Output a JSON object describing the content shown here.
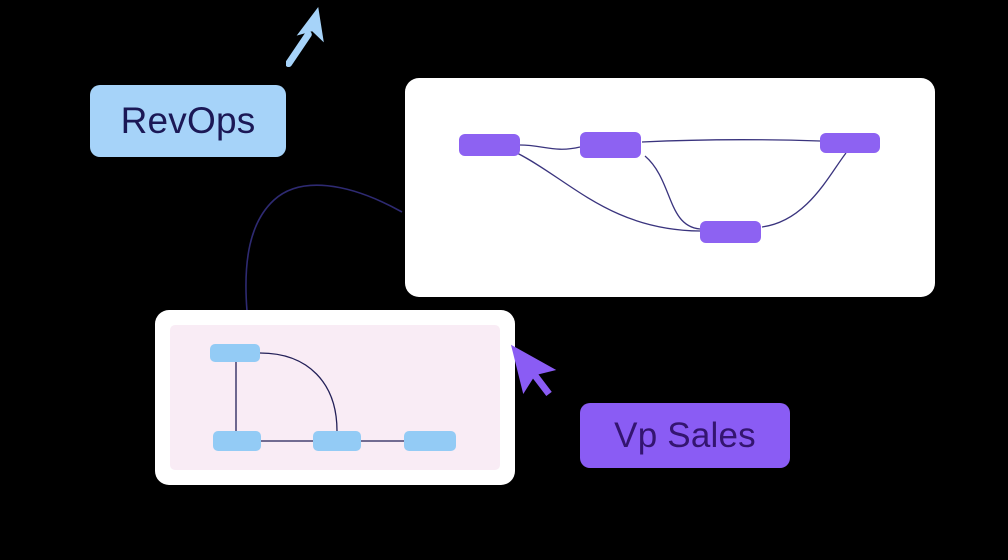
{
  "page": {
    "background": "#000000"
  },
  "tags": {
    "revops": {
      "label": "RevOps",
      "bg": "#A6D3F9",
      "text_color": "#1B1856"
    },
    "vp_sales": {
      "label": "Vp Sales",
      "bg": "#8A5CF4",
      "text_color": "#341570"
    }
  },
  "cursors": {
    "revops": {
      "icon": "arrow-cursor-northeast",
      "color": "#A6D3F9"
    },
    "vp_sales": {
      "icon": "pointer-cursor",
      "color": "#8A5CF4"
    }
  },
  "flow_card": {
    "bg": "#FFFFFF",
    "node_color": "#8D62F2",
    "edge_color": "#3A347E",
    "node_count": 4
  },
  "mini_card": {
    "bg": "#FFFFFF",
    "panel_bg": "#F9ECF5",
    "node_color": "#93CBF5",
    "edge_color": "#232058",
    "node_count": 4
  },
  "squiggle": {
    "color": "#2E2A72"
  }
}
